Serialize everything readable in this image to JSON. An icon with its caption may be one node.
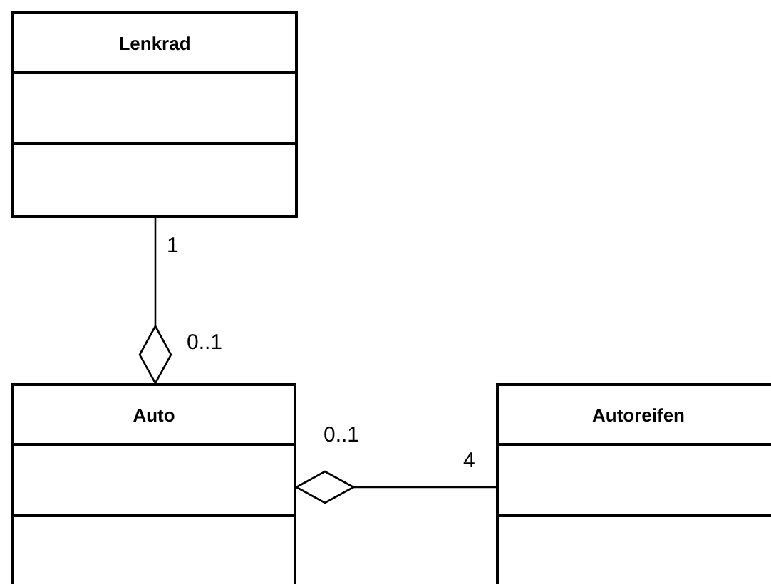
{
  "diagram": {
    "nodes": [
      {
        "text": [
          "Lenkrad"
        ]
      },
      {
        "text": [
          "Auto"
        ]
      },
      {
        "text": [
          "Autoreifen"
        ]
      }
    ],
    "edges": [
      {
        "from": 0,
        "to": 1,
        "arrow": "other"
      },
      {
        "from": 2,
        "to": 1,
        "arrow": "other"
      }
    ],
    "labels": [
      "1",
      "0..1",
      "0..1",
      "4"
    ]
  }
}
